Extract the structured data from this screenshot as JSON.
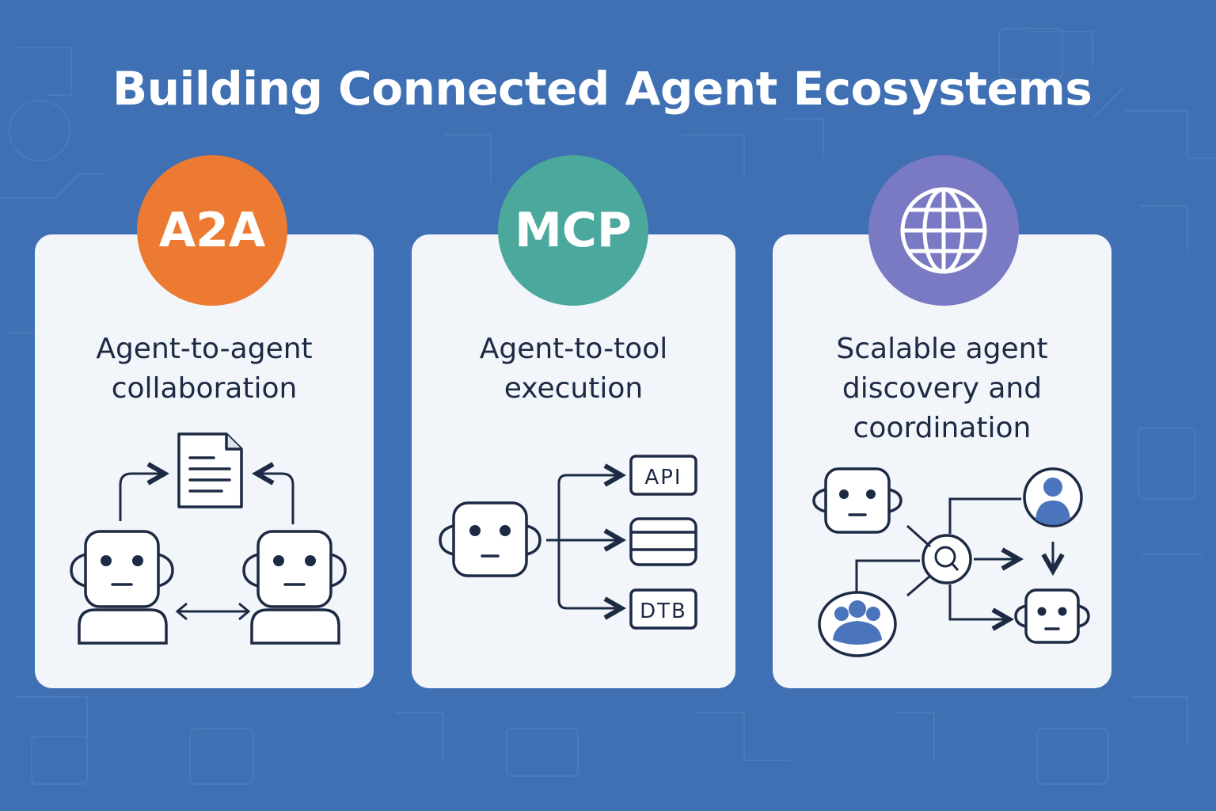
{
  "title": "Building Connected Agent Ecosystems",
  "colors": {
    "background": "#3e70b3",
    "card": "#f2f5f9",
    "a2a": "#ed7a32",
    "mcp": "#4ba89d",
    "discovery": "#7a79c3",
    "ink": "#1c2a44",
    "accent_blue": "#4a74bc"
  },
  "cards": [
    {
      "badge_text": "A2A",
      "label_lines": [
        "Agent-to-agent",
        "collaboration"
      ],
      "icons": [
        "document-icon",
        "robot-icon",
        "robot-icon",
        "bidirectional-arrow-icon"
      ]
    },
    {
      "badge_text": "MCP",
      "label_lines": [
        "Agent-to-tool",
        "execution"
      ],
      "tools": [
        "API",
        "DTB"
      ],
      "icons": [
        "robot-icon",
        "database-icon"
      ]
    },
    {
      "badge_icon": "globe-icon",
      "label_lines": [
        "Scalable agent",
        "discovery and",
        "coordination"
      ],
      "icons": [
        "robot-icon",
        "user-icon",
        "search-icon",
        "group-icon",
        "robot-icon"
      ]
    }
  ]
}
